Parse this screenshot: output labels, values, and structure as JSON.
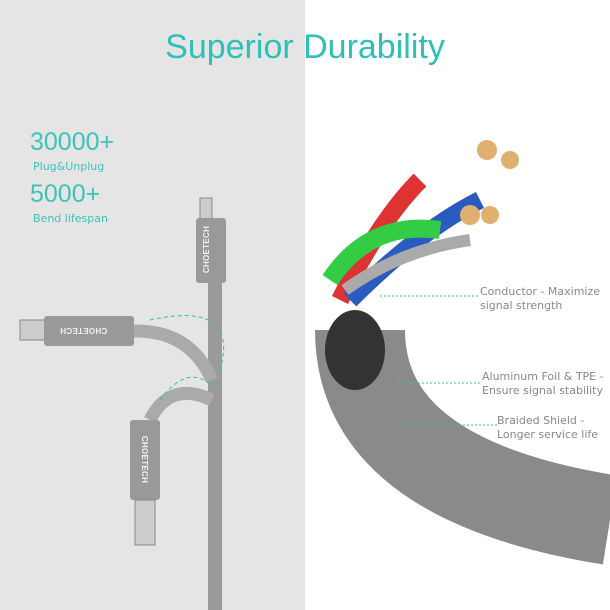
{
  "title": "Superior Durability",
  "stats": [
    {
      "value": "30000+",
      "label": "Plug&Unplug"
    },
    {
      "value": "5000+",
      "label": "Bend lifespan"
    }
  ],
  "brand": "CHOETECH",
  "layers": [
    {
      "title": "Conductor - Maximize",
      "desc": "signal strength"
    },
    {
      "title": "Aluminum Foil & TPE -",
      "desc": "Ensure signal stability"
    },
    {
      "title": "Braided Shield -",
      "desc": "Longer service life"
    }
  ],
  "colors": {
    "accent": "#2ec0b8",
    "left_bg": "#e5e5e5",
    "label": "#888888"
  }
}
